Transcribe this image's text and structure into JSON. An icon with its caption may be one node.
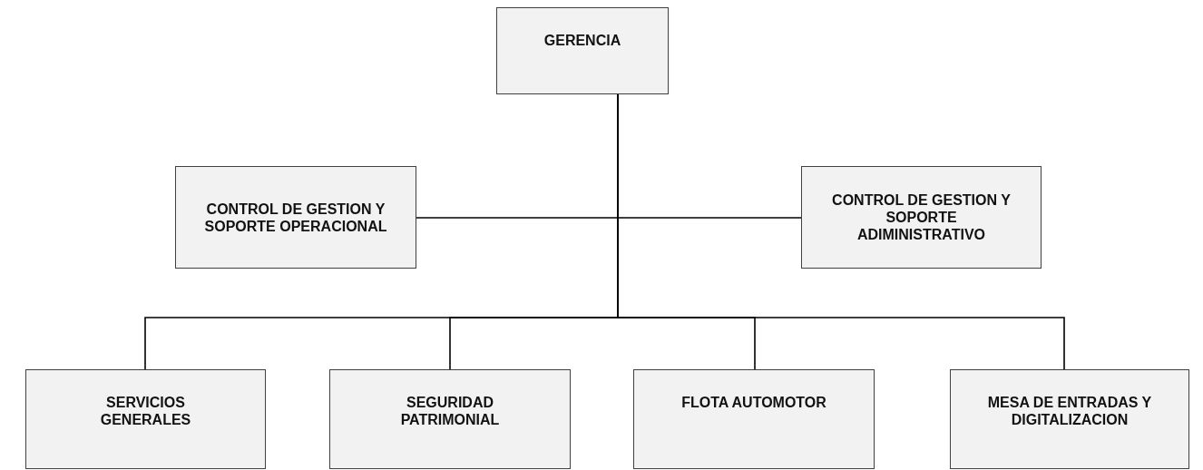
{
  "diagram": {
    "nodes": [
      {
        "text": [
          "GERENCIA"
        ]
      },
      {
        "text": [
          "CONTROL DE GESTION Y SOPORTE OPERACIONAL"
        ]
      },
      {
        "text": [
          "CONTROL DE GESTION Y SOPORTE ADIMINISTRATIVO"
        ]
      },
      {
        "text": [
          "SERVICIOS GENERALES"
        ]
      },
      {
        "text": [
          "SEGURIDAD PATRIMONIAL"
        ]
      },
      {
        "text": [
          "FLOTA AUTOMOTOR"
        ]
      },
      {
        "text": [
          "MESA DE ENTRADAS Y DIGITALIZACION"
        ]
      }
    ],
    "edges": [
      {
        "from": 0,
        "to": 1,
        "arrow": "none"
      },
      {
        "from": 0,
        "to": 2,
        "arrow": "none"
      },
      {
        "from": 0,
        "to": 3,
        "arrow": "none"
      },
      {
        "from": 0,
        "to": 4,
        "arrow": "none"
      },
      {
        "from": 0,
        "to": 5,
        "arrow": "none"
      },
      {
        "from": 0,
        "to": 6,
        "arrow": "none"
      }
    ]
  }
}
